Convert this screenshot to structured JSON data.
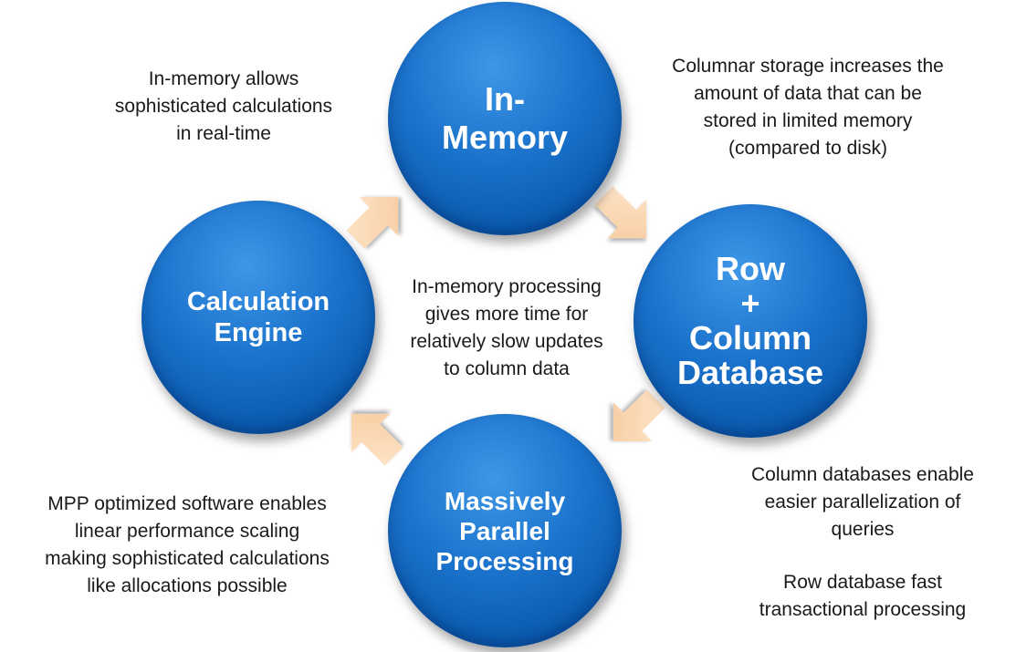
{
  "nodes": {
    "in_memory": "In-\nMemory",
    "row_column": "Row\n+\nColumn\nDatabase",
    "calculation_engine": "Calculation\nEngine",
    "mpp": "Massively\nParallel\nProcessing"
  },
  "notes": {
    "top_left": "In-memory allows\nsophisticated calculations\nin real-time",
    "top_right": "Columnar storage increases the\namount of data that can be\nstored in limited memory\n(compared to disk)",
    "center": "In-memory processing\ngives more time for\nrelatively slow updates\nto column data",
    "bottom_left": "MPP optimized software enables\nlinear performance scaling\nmaking sophisticated calculations\nlike allocations possible",
    "bottom_right_1": "Column databases enable\neasier parallelization of\nqueries",
    "bottom_right_2": "Row database fast\ntransactional processing"
  },
  "colors": {
    "circle_fill": "#0a5aaf",
    "arrow_fill": "#fbd9b5",
    "text": "#1a1a1a"
  }
}
